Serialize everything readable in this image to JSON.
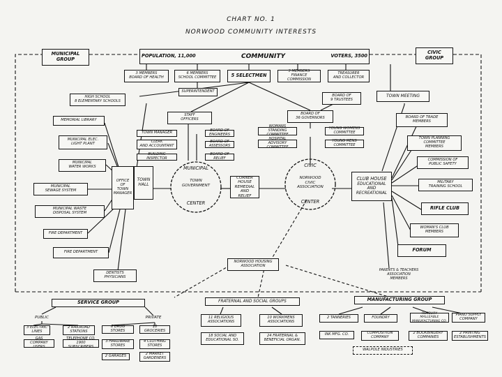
{
  "title": "CHART NO. 1",
  "subtitle": "NORWOOD COMMUNITY INTERESTS",
  "top": {
    "population": "POPULATION, 11,000",
    "community": "COMMUNITY",
    "voters": "VOTERS, 3500",
    "municipal_group": "MUNICIPAL\nGROUP",
    "civic_group": "CIVIC\nGROUP"
  },
  "government": {
    "board_of_health": "3 MEMBERS\nBOARD OF HEALTH",
    "school_committee": "6 MEMBERS\nSCHOOL COMMITTEE",
    "selectmen": "5 SELECTMEN",
    "finance_commission": "3 MEMBERS\nFINANCE COMMISSION",
    "treasurer": "TREASURER\nAND COLLECTOR",
    "superintendent": "SUPERINTENDENT",
    "high_school": "HIGH SCHOOL\n8 ELEMENTARY SCHOOLS",
    "board_trustees": "BOARD OF\n9 TRUSTEES",
    "town_meeting": "TOWN MEETING",
    "board_governors": "BOARD OF\n36 GOVERNORS",
    "staff_officers": "STAFF\nOFFICERS",
    "town_manager": "TOWN MANAGER",
    "board_engineers": "BOARD OF ENGINEERS",
    "clerk": "CLERK\nAND ACCOUNTANT",
    "board_assessors": "BOARD OF ASSESSORS",
    "building_inspector": "BUILDING INSPECTOR",
    "board_relief": "BOARD OF RELIEF",
    "womans_standing": "WOMANS STANDING\nCOMMITTEE",
    "young_womens": "YOUNG WOMENS\nCOMMITTEE",
    "hospital_advisory": "HOSPITAL ADVISORY\nCOMMITTEE",
    "young_mens": "YOUNG MENS\nCOMMITTEE"
  },
  "municipal": {
    "memorial_library": "MEMORIAL LIBRARY",
    "light_plant": "MUNICIPAL ELEC.\nLIGHT PLANT",
    "water_works": "MUNICIPAL\nWATER WORKS",
    "sewage": "MUNICIPAL\nSEWAGE SYSTEM",
    "waste": "MUNICIPAL WASTE\nDISPOSAL SYSTEM",
    "fire1": "FIRE DEPARTMENT",
    "fire2": "FIRE DEPARTMENT",
    "dentists": "DENTISTS\nPHYSICIANS",
    "office_manager": "OFFICE\nOF\nTOWN\nMANAGER",
    "town_hall": "TOWN\nHALL"
  },
  "centers": {
    "municipal_arc": "MUNICIPAL",
    "municipal_inner": "TOWN\nGOVERNMENT",
    "municipal_bottom": "CENTER",
    "corner_house": "CORNER HOUSE",
    "remedial": "REMEDIAL\nAND\nRELIEF",
    "civic_arc": "CIVIC",
    "civic_inner": "NORWOOD\nCIVIC\nASSOCIATION",
    "civic_bottom": "CENTER",
    "club_house": "CLUB HOUSE",
    "club_sub": "EDUCATIONAL\nAND\nRECREATIONAL"
  },
  "civic": {
    "board_trade": "BOARD OF TRADE\nMEMBERS",
    "town_planning": "TOWN PLANNING\nCOMMITTEE\nMEMBERS",
    "public_safety": "COMMISSION OF\nPUBLIC SAFETY",
    "military": "MILITARY\nTRAINING SCHOOL",
    "rifle": "RIFLE CLUB",
    "womans_club": "WOMAN'S CLUB\nMEMBERS",
    "forum": "FORUM",
    "parents": "PARENTS & TEACHERS\nASSOCIATION\nMEMBERS"
  },
  "housing": "NORWOOD HOUSING\nASSOCIATION",
  "service": {
    "group": "SERVICE GROUP",
    "public": "PUBLIC",
    "private": "PRIVATE",
    "electric": "3 ELECTRIC\nLINES",
    "railroad": "2 RAILROAD\nSTATIONS",
    "gas": "GAS COMPANY\nUSERS",
    "telephone": "TELEPHONE CO.\n1900 SUBSCRIBERS",
    "drug": "6 DRUG STORES",
    "groceries": "10 GROCERIES",
    "hardware": "3 HARDWARE\nSTORES",
    "clothing": "4 CLOTHING\nSTORES",
    "garages": "2 GARAGES",
    "market": "2 MARKET\nGARDENERS"
  },
  "fraternal": {
    "group": "FRATERNAL AND SOCIAL GROUPS",
    "religious": "11 RELIGIOUS\nASSOCIATIONS",
    "workmens": "10 WORKMENS\nASSOCIATIONS",
    "social": "18 SOCIAL AND\nEDUCATIONAL SO.",
    "beneficial": "24 FRATERNAL &\nBENEFICIAL ORGAN."
  },
  "manufacturing": {
    "group": "MANUFACTURING GROUP",
    "tanneries": "2 TANNERIES",
    "foundry": "FOUNDRY",
    "rubber": "ROSBURY MALLEABLE\nMANUFACTURING CO.",
    "piano": "PIANO SUPPLY\nCOMPANY",
    "ink": "INK MFG. CO.",
    "composition": "COMPOSITION\nCOMPANY",
    "bookbindery": "2 BOOKBINDERY\nCOMPANIES",
    "printing": "2 PRINTING\nESTABLISHMENTS",
    "walpole": "WALPOLE INDUSTRIES"
  }
}
